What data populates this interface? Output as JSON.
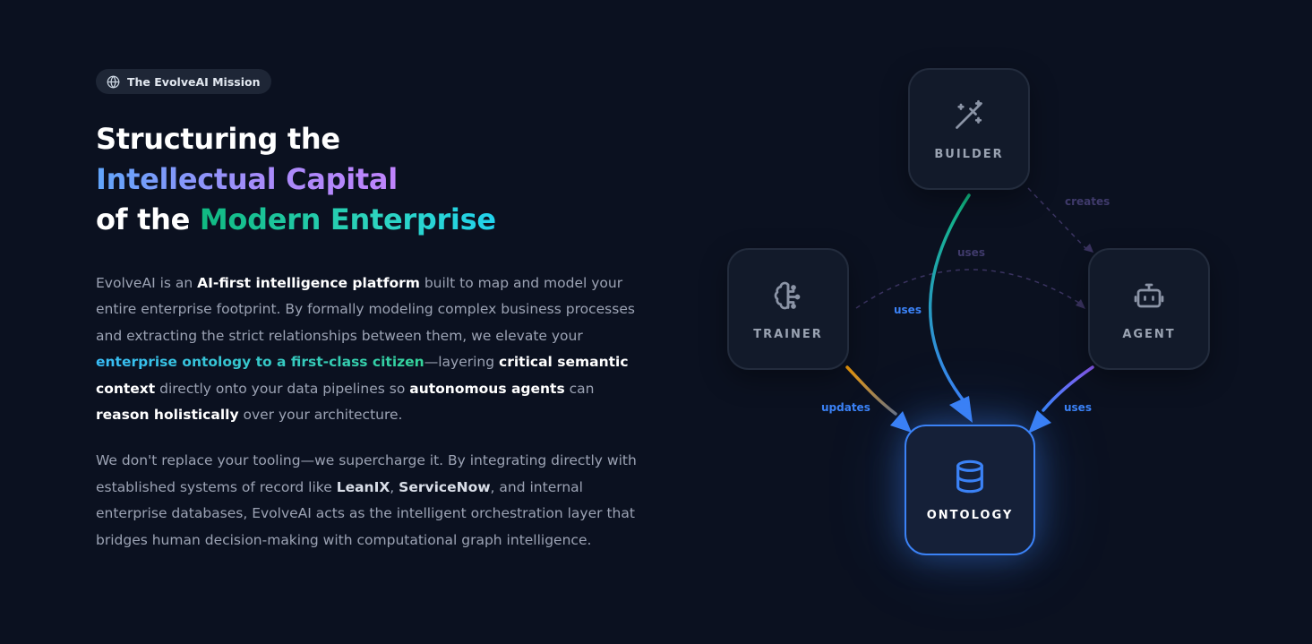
{
  "badge": {
    "icon": "globe-icon",
    "text": "The EvolveAI Mission"
  },
  "headline": {
    "line1": "Structuring the",
    "line2": "Intellectual Capital",
    "line3_prefix": "of the ",
    "line3_highlight": "Modern Enterprise"
  },
  "paragraph1": {
    "t1": "EvolveAI is an ",
    "b1": "AI-first intelligence platform",
    "t2": " built to map and model your entire enterprise footprint. By formally modeling complex business processes and extracting the strict relationships between them, we elevate your ",
    "hl": "enterprise ontology to a first-class citizen",
    "t3": "—layering ",
    "b2": "critical semantic context",
    "t4": " directly onto your data pipelines so ",
    "b3": "autonomous agents",
    "t5": " can ",
    "b4": "reason holistically",
    "t6": " over your architecture."
  },
  "paragraph2": {
    "t1": "We don't replace your tooling—we supercharge it. By integrating directly with established systems of record like ",
    "b1": "LeanIX",
    "t2": ", ",
    "b2": "ServiceNow",
    "t3": ", and internal enterprise databases, EvolveAI acts as the intelligent orchestration layer that bridges human decision-making with computational graph intelligence."
  },
  "diagram": {
    "nodes": {
      "builder": {
        "label": "BUILDER",
        "icon": "magic-wand-icon"
      },
      "trainer": {
        "label": "TRAINER",
        "icon": "brain-icon"
      },
      "agent": {
        "label": "AGENT",
        "icon": "bot-icon"
      },
      "ontology": {
        "label": "ONTOLOGY",
        "icon": "database-icon"
      }
    },
    "edges": {
      "builder_agent": "creates",
      "trainer_agent": "uses",
      "builder_ontology": "uses",
      "trainer_ontology": "updates",
      "agent_ontology": "uses"
    }
  },
  "colors": {
    "background": "#0b1120",
    "accent_blue": "#3b82f6",
    "accent_green": "#10b981",
    "accent_purple": "#a78bfa",
    "edge_orange": "#f59e0b",
    "edge_violet": "#8b5cf6"
  }
}
